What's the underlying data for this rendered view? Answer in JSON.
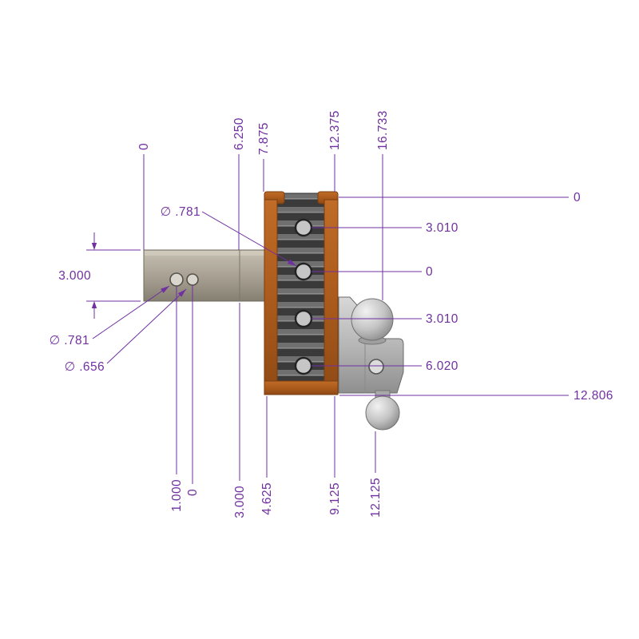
{
  "page": {
    "title": "Adjustable hitch side-view dimension drawing",
    "background": "#ffffff"
  },
  "colors": {
    "dimension_purple": "#7030a0",
    "bracket_orange": "#b05e1e",
    "serration_dark": "#424242",
    "steel_gray": "#b5b5b5",
    "shank_tan": "#a9a294"
  },
  "dimensions": {
    "top": [
      "0",
      "6.250",
      "7.875",
      "12.375",
      "16.733"
    ],
    "right": [
      "0",
      "3.010",
      "0",
      "3.010",
      "6.020",
      "12.806"
    ],
    "bottom": [
      "1.000",
      "0",
      "3.000",
      "4.625",
      "9.125",
      "12.125"
    ],
    "left": {
      "shank_height": "3.000",
      "bracket_hole_dia": "∅ .781",
      "shank_hole_dia_1": "∅ .781",
      "shank_hole_dia_2": "∅ .656"
    }
  }
}
